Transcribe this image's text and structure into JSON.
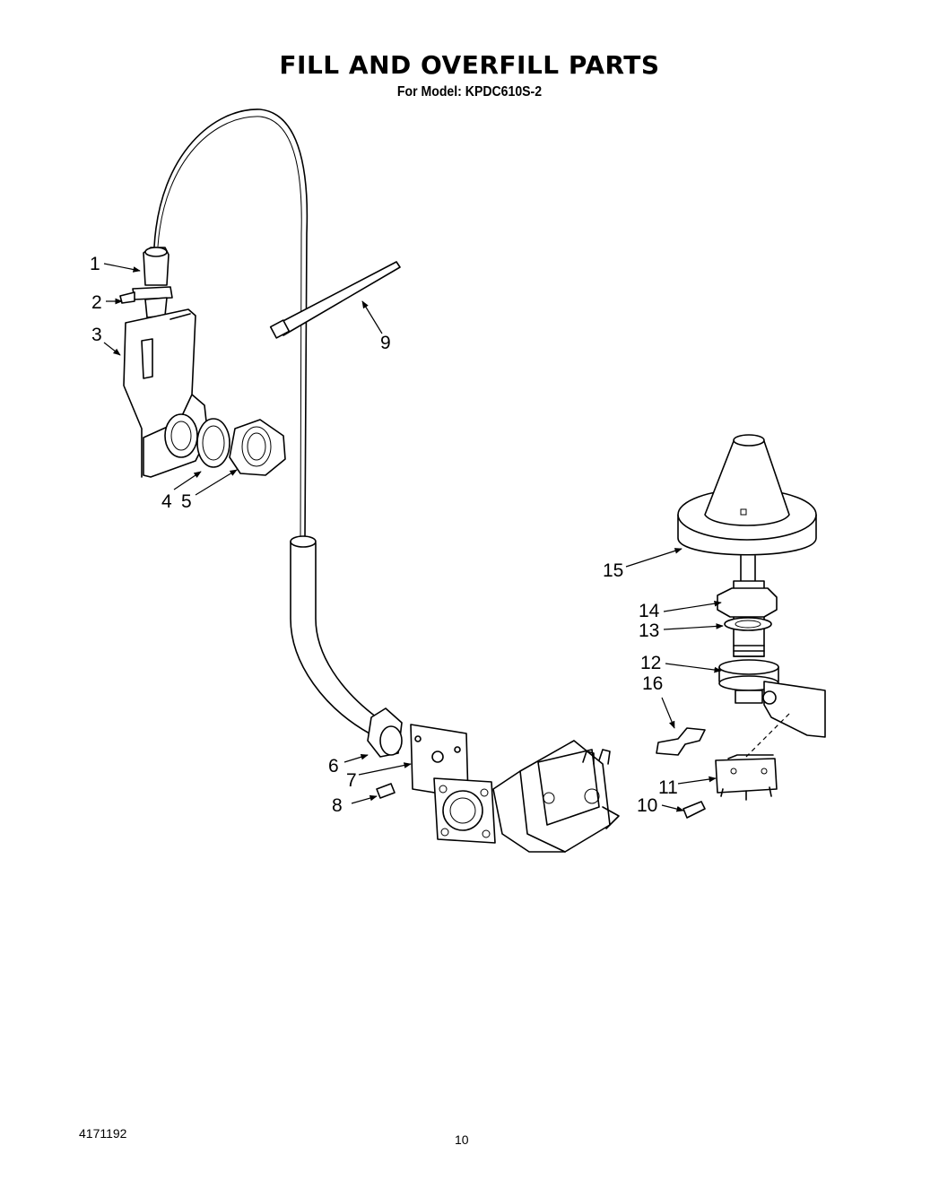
{
  "header": {
    "title": "FILL AND OVERFILL PARTS",
    "model_line": "For Model: KPDC610S-2"
  },
  "footer": {
    "document_number": "4171192",
    "page_number": "10"
  },
  "callouts": [
    "1",
    "2",
    "3",
    "4",
    "5",
    "6",
    "7",
    "8",
    "9",
    "10",
    "11",
    "12",
    "13",
    "14",
    "15",
    "16"
  ]
}
